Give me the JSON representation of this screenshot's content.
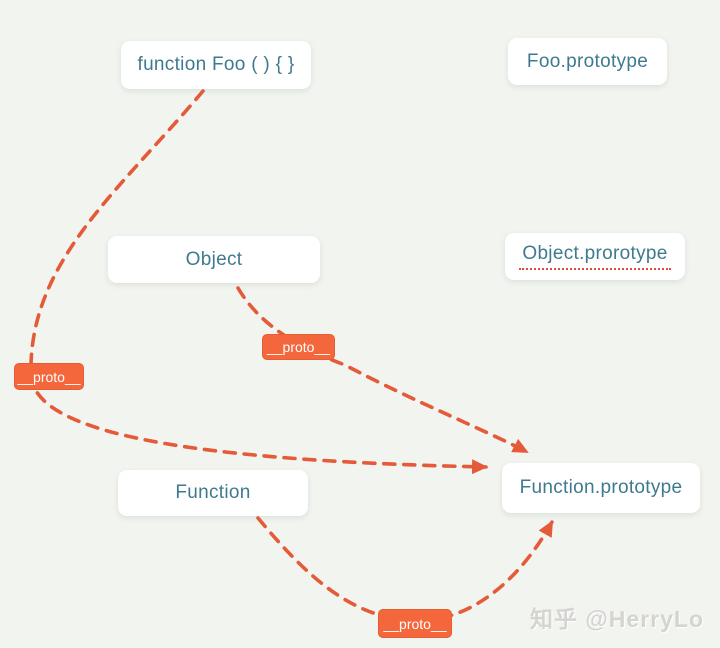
{
  "diagram": {
    "kind": "javascript-prototype-chain",
    "nodes": [
      {
        "id": "function-foo",
        "label": "function Foo ( ) { }"
      },
      {
        "id": "foo-prototype",
        "label": "Foo.prototype"
      },
      {
        "id": "object",
        "label": "Object.prorotype"
      },
      {
        "id": "object-label",
        "label": "Object"
      },
      {
        "id": "function",
        "label": "Function"
      },
      {
        "id": "function-prototype",
        "label": "Function.prototype"
      }
    ],
    "edge_labels": [
      {
        "id": "proto-left",
        "label": "__proto__"
      },
      {
        "id": "proto-middle",
        "label": "__proto__"
      },
      {
        "id": "proto-bottom",
        "label": "__proto__"
      }
    ],
    "edges": [
      {
        "from": "function Foo ( ) { }",
        "to": "Function.prototype",
        "label": "__proto__",
        "style": "dashed-arrow"
      },
      {
        "from": "Object",
        "to": "Function.prototype",
        "label": "__proto__",
        "style": "dashed-arrow"
      },
      {
        "from": "Function",
        "to": "Function.prototype",
        "label": "__proto__",
        "style": "dashed-arrow"
      }
    ],
    "colors": {
      "background": "#f2f4f0",
      "node_background": "#ffffff",
      "node_text": "#3e7a8f",
      "arrow": "#e55a38",
      "proto_label_background": "#f4673c",
      "proto_label_text": "#ffffff",
      "spellcheck_underline": "#dd4b3a"
    }
  },
  "watermark": {
    "text": "知乎 @HerryLo"
  }
}
